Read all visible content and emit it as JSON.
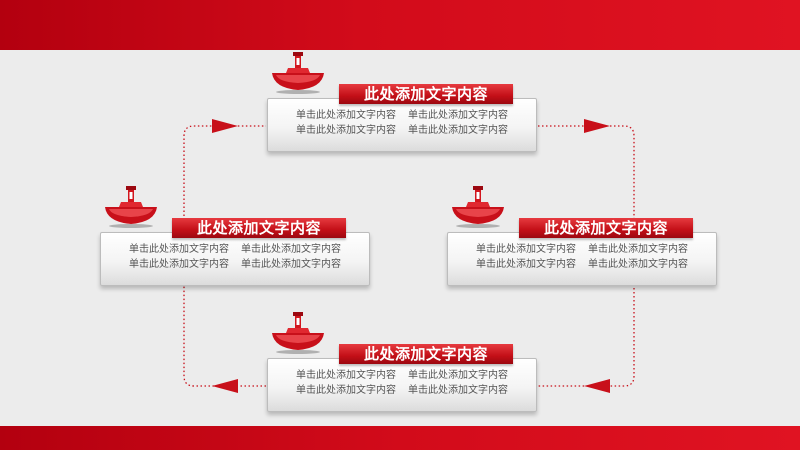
{
  "colors": {
    "accent": "#c8101a",
    "band": "#d20b1a",
    "background": "#ececec"
  },
  "nodes": [
    {
      "title": "此处添加文字内容",
      "lines": [
        [
          "单击此处添加文字内容",
          "单击此处添加文字内容"
        ],
        [
          "单击此处添加文字内容",
          "单击此处添加文字内容"
        ]
      ]
    },
    {
      "title": "此处添加文字内容",
      "lines": [
        [
          "单击此处添加文字内容",
          "单击此处添加文字内容"
        ],
        [
          "单击此处添加文字内容",
          "单击此处添加文字内容"
        ]
      ]
    },
    {
      "title": "此处添加文字内容",
      "lines": [
        [
          "单击此处添加文字内容",
          "单击此处添加文字内容"
        ],
        [
          "单击此处添加文字内容",
          "单击此处添加文字内容"
        ]
      ]
    },
    {
      "title": "此处添加文字内容",
      "lines": [
        [
          "单击此处添加文字内容",
          "单击此处添加文字内容"
        ],
        [
          "单击此处添加文字内容",
          "单击此处添加文字内容"
        ]
      ]
    }
  ],
  "icons": {
    "node_icon": "ship-icon"
  }
}
